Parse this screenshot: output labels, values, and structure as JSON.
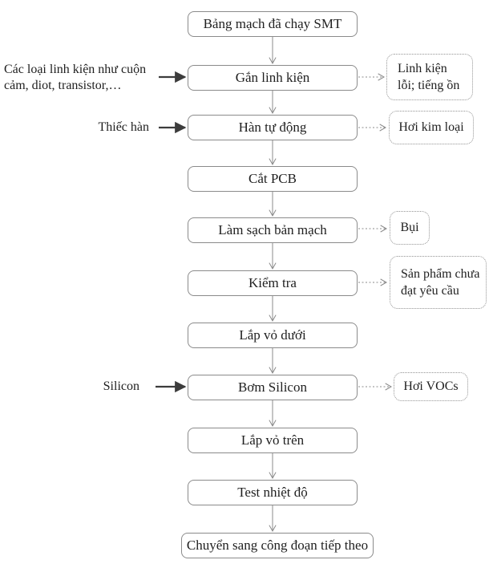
{
  "diagram": {
    "title": "SMT assembly process flowchart",
    "language": "vi",
    "steps": [
      {
        "id": "smt-board",
        "label": "Bảng mạch đã chạy SMT"
      },
      {
        "id": "mount-components",
        "label": "Gắn linh kiện"
      },
      {
        "id": "auto-solder",
        "label": "Hàn tự động"
      },
      {
        "id": "cut-pcb",
        "label": "Cắt PCB"
      },
      {
        "id": "clean-board",
        "label": "Làm sạch bản mạch"
      },
      {
        "id": "inspect",
        "label": "Kiểm tra"
      },
      {
        "id": "bottom-cover",
        "label": "Lắp vỏ dưới"
      },
      {
        "id": "silicon-fill",
        "label": "Bơm Silicon"
      },
      {
        "id": "top-cover",
        "label": "Lắp vỏ trên"
      },
      {
        "id": "temp-test",
        "label": "Test nhiệt độ"
      },
      {
        "id": "next-stage",
        "label": "Chuyển sang công đoạn tiếp theo"
      }
    ],
    "inputs": [
      {
        "label": "Các loại linh kiện như cuộn cảm, diot, transistor,…",
        "target": "Gắn linh kiện"
      },
      {
        "label": "Thiếc hàn",
        "target": "Hàn tự động"
      },
      {
        "label": "Silicon",
        "target": "Bơm Silicon"
      }
    ],
    "outputs": [
      {
        "label": "Linh kiện lỗi; tiếng ồn",
        "source": "Gắn linh kiện"
      },
      {
        "label": "Hơi kim loại",
        "source": "Hàn tự động"
      },
      {
        "label": "Bụi",
        "source": "Làm sạch bản mạch"
      },
      {
        "label": "Sản phẩm chưa đạt yêu cầu",
        "source": "Kiểm tra"
      },
      {
        "label": "Hơi VOCs",
        "source": "Bơm Silicon"
      }
    ],
    "colors": {
      "background": "#ffffff",
      "box_border": "#8b8b8b",
      "dashed_border": "#949494",
      "flow_arrow": "#8b8b8b",
      "input_arrow": "#3c3c3c",
      "text": "#1f1f1f"
    }
  }
}
